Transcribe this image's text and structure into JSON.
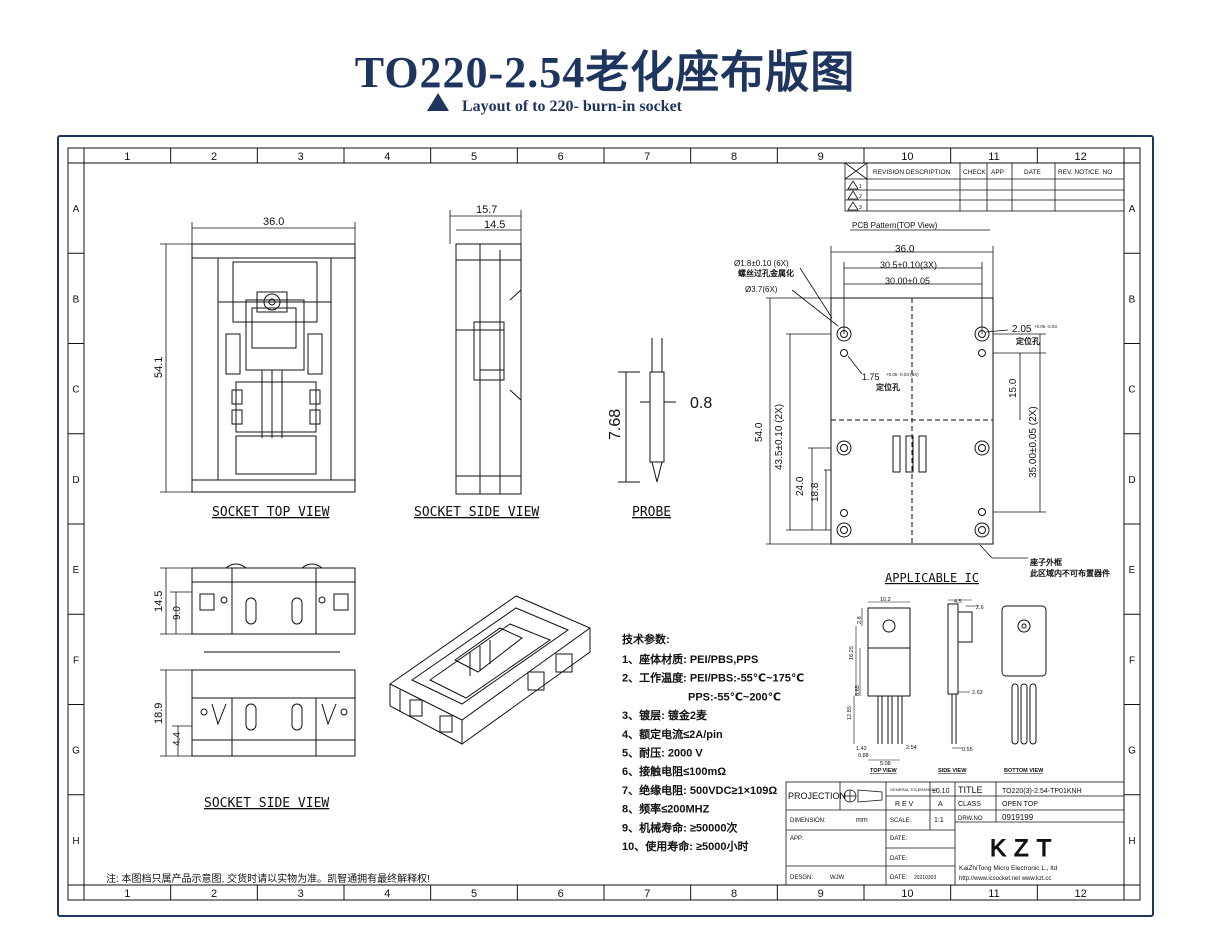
{
  "header": {
    "title": "TO220-2.54老化座布版图",
    "subtitle": "Layout of to 220- burn-in socket"
  },
  "grid": {
    "columns": [
      "1",
      "2",
      "3",
      "4",
      "5",
      "6",
      "7",
      "8",
      "9",
      "10",
      "11",
      "12"
    ],
    "rows": [
      "A",
      "B",
      "C",
      "D",
      "E",
      "F",
      "G",
      "H"
    ]
  },
  "revision_table": {
    "headers": [
      "REVISION DESCRIPTION",
      "CHECK",
      "APP",
      "DATE",
      "REV. NOTICE. NO"
    ],
    "rows": [
      "1",
      "2",
      "3"
    ]
  },
  "views": {
    "socket_top": "SOCKET TOP VIEW",
    "socket_side": "SOCKET SIDE VIEW",
    "probe": "PROBE",
    "socket_side_lower": "SOCKET SIDE VIEW",
    "pcb_pattern": "PCB Pattern(TOP View)",
    "applicable_ic": "APPLICABLE IC",
    "ic_top": "TOP VIEW",
    "ic_side": "SIDE VIEW",
    "ic_bottom": "BOTTOM VIEW"
  },
  "dims": {
    "top_width": "36.0",
    "top_height": "54.1",
    "side_w1": "15.7",
    "side_w2": "14.5",
    "probe_len": "7.68",
    "probe_dia": "0.8",
    "lower_h1": "14.5",
    "lower_h2": "9.0",
    "lower_h3": "18.9",
    "lower_h4": "4.4",
    "pcb_w": "36.0",
    "pcb_hole_span": "30.5±0.10(3X)",
    "pcb_pitch": "30.00±0.05",
    "hole_small": "Ø1.8±0.10 (6X)",
    "hole_small_note": "螺丝过孔金属化",
    "hole_large": "Ø3.7(6X)",
    "loc_hole_1": "2.05",
    "loc_hole_1_tol": "+0.05 -0.03",
    "loc_hole_note": "定位孔",
    "loc_hole_2": "1.75",
    "loc_hole_2_tol": "+0.05 -0.03 (3X)",
    "loc_hole_note2": "定位孔",
    "pcb_h": "54.0",
    "pcb_h2": "43.5±0.10 (2X)",
    "pcb_h3": "24.0",
    "pcb_h4": "18.8",
    "pcb_r1": "15.0",
    "pcb_r2": "35.00±0.05 (2X)",
    "outline_note_1": "座子外框",
    "outline_note_2": "此区域内不可布置器件",
    "ic_w": "10.2",
    "ic_tab": "2.8",
    "ic_body": "16.25",
    "ic_a": "8.65",
    "ic_lead": "12.85",
    "ic_p1": "1.42",
    "ic_p2": "0.88",
    "ic_p3": "5.08",
    "ic_p4": "2.54",
    "ic_s1": "4.5",
    "ic_s2": "2.6",
    "ic_s3": "2.63",
    "ic_s4": "0.55"
  },
  "specs": {
    "heading": "技术参数:",
    "items": [
      "1、座体材质: PEI/PBS,PPS",
      "2、工作温度: PEI/PBS:-55℃~175℃",
      "PPS:-55℃~200℃",
      "3、镀层: 镀金2麦",
      "4、额定电流≤2A/pin",
      "5、耐压: 2000 V",
      "6、接触电阻≤100mΩ",
      "7、绝缘电阻: 500VDC≥1×109Ω",
      "8、频率≤200MHZ",
      "9、机械寿命: ≥50000次",
      "10、使用寿命: ≥5000小时"
    ]
  },
  "note": "注: 本图档只属产品示意图, 交货时请以实物为准。凯智通拥有最终解释权!",
  "title_block": {
    "projection": "PROJECTION",
    "general_tol": "GENERAL TOLERANCES",
    "tol_val": "±0.10",
    "title_lbl": "TITLE",
    "title_val": "TO220(3)-2.54-TP01KNH",
    "rev_lbl": "R E V",
    "rev_val": "A",
    "class_lbl": "CLASS",
    "class_val": "OPEN TOP",
    "dim_lbl": "DIMENSION:",
    "dim_val": "mm",
    "scale_lbl": "SCALE:",
    "scale_val": "1:1",
    "drw_lbl": "DRW.NO",
    "drw_val": "0919199",
    "app_lbl": "APP:",
    "date1": "DATE:",
    "date2": "DATE:",
    "chk_lbl": "DESGN:",
    "chk_val": "WJW",
    "date3": "DATE:",
    "date3_val": "20210303",
    "logo": "KZT",
    "company": "KaiZhiTong Micro Electronic L., ltd",
    "website": "http://www.icsocket.net www.kzt.cc"
  },
  "colors": {
    "brand": "#1e3560",
    "line": "#111111"
  }
}
